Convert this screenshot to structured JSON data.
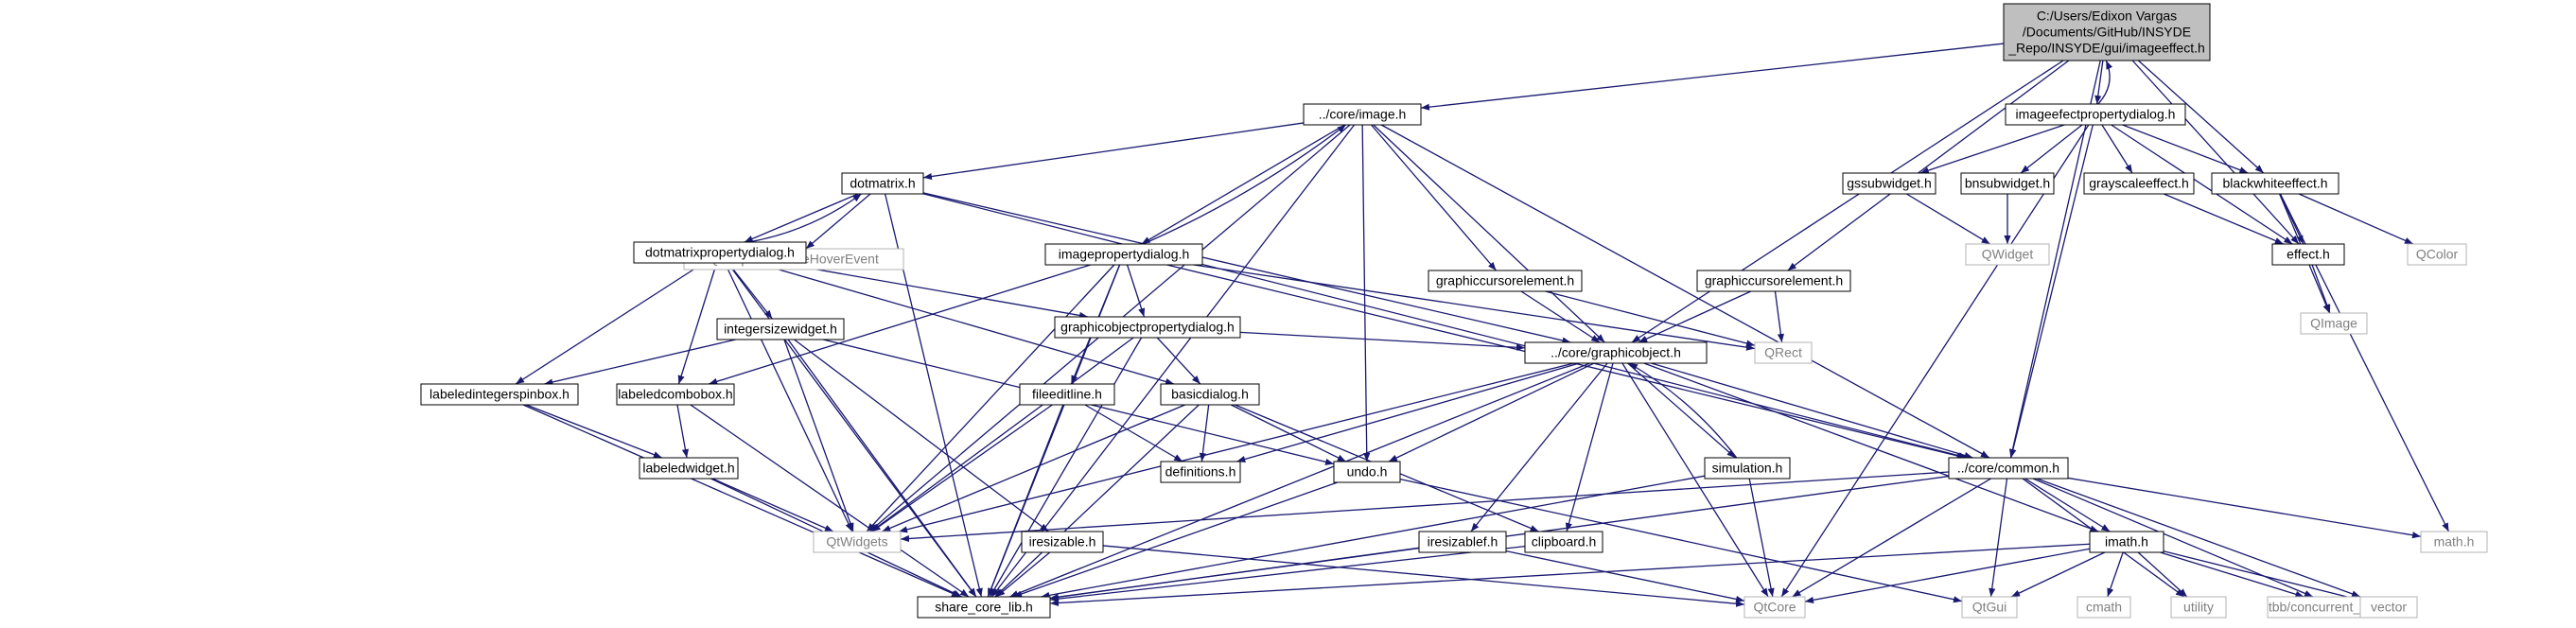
{
  "diagram": {
    "nodes": [
      {
        "id": "root",
        "lines": [
          "C:/Users/Edixon Vargas",
          "/Documents/GitHub/INSYDE",
          "_Repo/INSYDE/gui/imageeffect.h"
        ],
        "kind": "root"
      },
      {
        "id": "image",
        "lines": [
          "../core/image.h"
        ],
        "kind": "doc"
      },
      {
        "id": "iepd",
        "lines": [
          "imageefectpropertydialog.h"
        ],
        "kind": "doc"
      },
      {
        "id": "dotmatrix",
        "lines": [
          "dotmatrix.h"
        ],
        "kind": "doc"
      },
      {
        "id": "qgshe",
        "lines": [
          "QGraphicsSceneHoverEvent"
        ],
        "kind": "ext"
      },
      {
        "id": "dmpd",
        "lines": [
          "dotmatrixpropertydialog.h"
        ],
        "kind": "doc"
      },
      {
        "id": "ipd",
        "lines": [
          "imagepropertydialog.h"
        ],
        "kind": "doc"
      },
      {
        "id": "gssub",
        "lines": [
          "gssubwidget.h"
        ],
        "kind": "doc"
      },
      {
        "id": "bnsub",
        "lines": [
          "bnsubwidget.h"
        ],
        "kind": "doc"
      },
      {
        "id": "gray",
        "lines": [
          "grayscaleeffect.h"
        ],
        "kind": "doc"
      },
      {
        "id": "bw",
        "lines": [
          "blackwhiteeffect.h"
        ],
        "kind": "doc"
      },
      {
        "id": "qwidget",
        "lines": [
          "QWidget"
        ],
        "kind": "ext"
      },
      {
        "id": "effect",
        "lines": [
          "effect.h"
        ],
        "kind": "doc"
      },
      {
        "id": "qcolor",
        "lines": [
          "QColor"
        ],
        "kind": "ext"
      },
      {
        "id": "qimage",
        "lines": [
          "QImage"
        ],
        "kind": "ext"
      },
      {
        "id": "gce1",
        "lines": [
          "graphiccursorelement.h"
        ],
        "kind": "doc"
      },
      {
        "id": "gce2",
        "lines": [
          "graphiccursorelement.h"
        ],
        "kind": "doc"
      },
      {
        "id": "qrect",
        "lines": [
          "QRect"
        ],
        "kind": "ext"
      },
      {
        "id": "isw",
        "lines": [
          "integersizewidget.h"
        ],
        "kind": "doc"
      },
      {
        "id": "gopd",
        "lines": [
          "graphicobjectpropertydialog.h"
        ],
        "kind": "doc"
      },
      {
        "id": "lisb",
        "lines": [
          "labeledintegerspinbox.h"
        ],
        "kind": "doc"
      },
      {
        "id": "lcb",
        "lines": [
          "labeledcombobox.h"
        ],
        "kind": "doc"
      },
      {
        "id": "fel",
        "lines": [
          "fileeditline.h"
        ],
        "kind": "doc"
      },
      {
        "id": "bd",
        "lines": [
          "basicdialog.h"
        ],
        "kind": "doc"
      },
      {
        "id": "go",
        "lines": [
          "../core/graphicobject.h"
        ],
        "kind": "doc"
      },
      {
        "id": "lw",
        "lines": [
          "labeledwidget.h"
        ],
        "kind": "doc"
      },
      {
        "id": "defs",
        "lines": [
          "definitions.h"
        ],
        "kind": "doc"
      },
      {
        "id": "undo",
        "lines": [
          "undo.h"
        ],
        "kind": "doc"
      },
      {
        "id": "sim",
        "lines": [
          "simulation.h"
        ],
        "kind": "doc"
      },
      {
        "id": "common",
        "lines": [
          "../core/common.h"
        ],
        "kind": "doc"
      },
      {
        "id": "qtwidgets",
        "lines": [
          "QtWidgets"
        ],
        "kind": "ext"
      },
      {
        "id": "ires",
        "lines": [
          "iresizable.h"
        ],
        "kind": "doc"
      },
      {
        "id": "iresf",
        "lines": [
          "iresizablef.h"
        ],
        "kind": "doc"
      },
      {
        "id": "clip",
        "lines": [
          "clipboard.h"
        ],
        "kind": "doc"
      },
      {
        "id": "imath",
        "lines": [
          "imath.h"
        ],
        "kind": "doc"
      },
      {
        "id": "mathh",
        "lines": [
          "math.h"
        ],
        "kind": "ext"
      },
      {
        "id": "share",
        "lines": [
          "share_core_lib.h"
        ],
        "kind": "doc"
      },
      {
        "id": "qtcore",
        "lines": [
          "QtCore"
        ],
        "kind": "ext"
      },
      {
        "id": "qtgui",
        "lines": [
          "QtGui"
        ],
        "kind": "ext"
      },
      {
        "id": "cmath",
        "lines": [
          "cmath"
        ],
        "kind": "ext"
      },
      {
        "id": "utility",
        "lines": [
          "utility"
        ],
        "kind": "ext"
      },
      {
        "id": "tbb",
        "lines": [
          "tbb/concurrent_vector.h"
        ],
        "kind": "ext"
      },
      {
        "id": "vector",
        "lines": [
          "vector"
        ],
        "kind": "ext"
      }
    ],
    "edges": [
      [
        "root",
        "image"
      ],
      [
        "root",
        "iepd"
      ],
      [
        "root",
        "go"
      ],
      [
        "root",
        "gce2"
      ],
      [
        "root",
        "effect"
      ],
      [
        "root",
        "bw"
      ],
      [
        "root",
        "common"
      ],
      [
        "iepd",
        "root"
      ],
      [
        "iepd",
        "gssub"
      ],
      [
        "iepd",
        "bnsub"
      ],
      [
        "iepd",
        "gray"
      ],
      [
        "iepd",
        "bw"
      ],
      [
        "iepd",
        "effect"
      ],
      [
        "iepd",
        "common"
      ],
      [
        "iepd",
        "qtcore"
      ],
      [
        "gssub",
        "qwidget"
      ],
      [
        "bnsub",
        "qwidget"
      ],
      [
        "gray",
        "effect"
      ],
      [
        "bw",
        "effect"
      ],
      [
        "bw",
        "qcolor"
      ],
      [
        "bw",
        "qimage"
      ],
      [
        "bw",
        "mathh"
      ],
      [
        "effect",
        "qimage"
      ],
      [
        "gce2",
        "go"
      ],
      [
        "gce2",
        "qrect"
      ],
      [
        "image",
        "dotmatrix"
      ],
      [
        "image",
        "ipd"
      ],
      [
        "image",
        "gce1"
      ],
      [
        "image",
        "go"
      ],
      [
        "image",
        "undo"
      ],
      [
        "image",
        "qtwidgets"
      ],
      [
        "image",
        "share"
      ],
      [
        "image",
        "common"
      ],
      [
        "ipd",
        "image"
      ],
      [
        "ipd",
        "gopd"
      ],
      [
        "ipd",
        "fel"
      ],
      [
        "ipd",
        "lcb"
      ],
      [
        "ipd",
        "qtwidgets"
      ],
      [
        "ipd",
        "share"
      ],
      [
        "ipd",
        "qrect"
      ],
      [
        "ipd",
        "common"
      ],
      [
        "dotmatrix",
        "dmpd"
      ],
      [
        "dotmatrix",
        "qgshe"
      ],
      [
        "dotmatrix",
        "go"
      ],
      [
        "dotmatrix",
        "common"
      ],
      [
        "dotmatrix",
        "share"
      ],
      [
        "dmpd",
        "dotmatrix"
      ],
      [
        "dmpd",
        "isw"
      ],
      [
        "dmpd",
        "gopd"
      ],
      [
        "dmpd",
        "lisb"
      ],
      [
        "dmpd",
        "lcb"
      ],
      [
        "dmpd",
        "bd"
      ],
      [
        "dmpd",
        "qtwidgets"
      ],
      [
        "dmpd",
        "share"
      ],
      [
        "isw",
        "lisb"
      ],
      [
        "isw",
        "qtwidgets"
      ],
      [
        "isw",
        "share"
      ],
      [
        "isw",
        "undo"
      ],
      [
        "isw",
        "ires"
      ],
      [
        "gce1",
        "go"
      ],
      [
        "gce1",
        "qrect"
      ],
      [
        "gopd",
        "bd"
      ],
      [
        "gopd",
        "go"
      ],
      [
        "gopd",
        "qtwidgets"
      ],
      [
        "gopd",
        "share"
      ],
      [
        "lisb",
        "lw"
      ],
      [
        "lisb",
        "share"
      ],
      [
        "lcb",
        "lw"
      ],
      [
        "lcb",
        "share"
      ],
      [
        "lw",
        "qtwidgets"
      ],
      [
        "lw",
        "share"
      ],
      [
        "fel",
        "defs"
      ],
      [
        "fel",
        "qtwidgets"
      ],
      [
        "fel",
        "share"
      ],
      [
        "bd",
        "defs"
      ],
      [
        "bd",
        "undo"
      ],
      [
        "bd",
        "qtwidgets"
      ],
      [
        "bd",
        "share"
      ],
      [
        "bd",
        "clip"
      ],
      [
        "go",
        "defs"
      ],
      [
        "go",
        "undo"
      ],
      [
        "go",
        "sim"
      ],
      [
        "go",
        "common"
      ],
      [
        "go",
        "iresf"
      ],
      [
        "go",
        "clip"
      ],
      [
        "go",
        "qtwidgets"
      ],
      [
        "go",
        "share"
      ],
      [
        "go",
        "imath"
      ],
      [
        "go",
        "qtcore"
      ],
      [
        "sim",
        "go"
      ],
      [
        "sim",
        "qtcore"
      ],
      [
        "sim",
        "share"
      ],
      [
        "undo",
        "share"
      ],
      [
        "undo",
        "qtgui"
      ],
      [
        "ires",
        "share"
      ],
      [
        "ires",
        "qtcore"
      ],
      [
        "iresf",
        "share"
      ],
      [
        "iresf",
        "qtcore"
      ],
      [
        "clip",
        "share"
      ],
      [
        "common",
        "imath"
      ],
      [
        "common",
        "qtwidgets"
      ],
      [
        "common",
        "share"
      ],
      [
        "common",
        "qtcore"
      ],
      [
        "common",
        "qtgui"
      ],
      [
        "common",
        "mathh"
      ],
      [
        "common",
        "utility"
      ],
      [
        "common",
        "tbb"
      ],
      [
        "common",
        "vector"
      ],
      [
        "imath",
        "share"
      ],
      [
        "imath",
        "qtcore"
      ],
      [
        "imath",
        "qtgui"
      ],
      [
        "imath",
        "cmath"
      ],
      [
        "imath",
        "utility"
      ],
      [
        "imath",
        "tbb"
      ],
      [
        "imath",
        "vector"
      ]
    ]
  }
}
